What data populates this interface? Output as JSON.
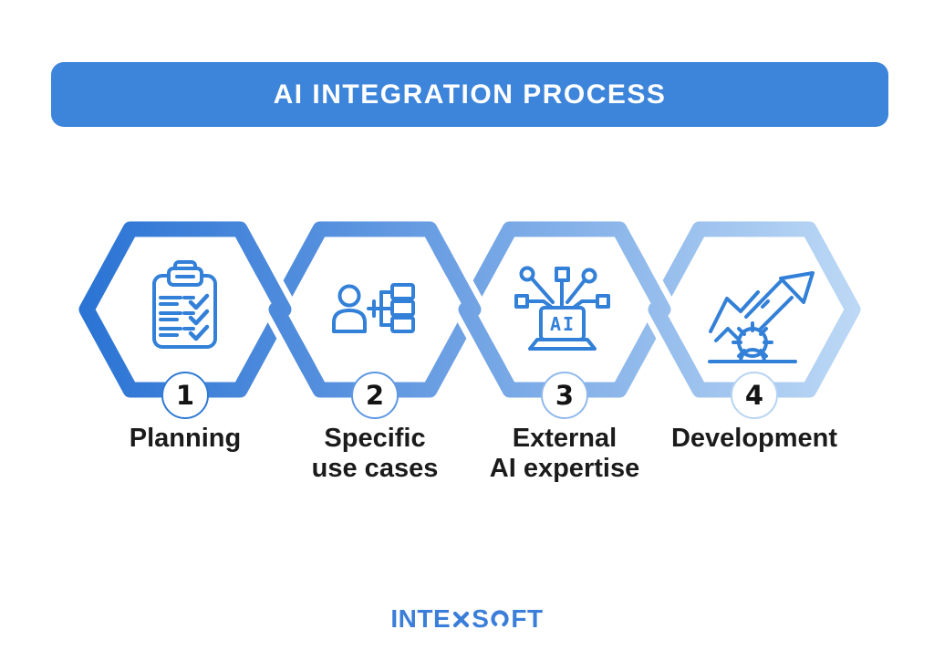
{
  "header": {
    "title": "AI INTEGRATION PROCESS",
    "banner_color": "#3d85db",
    "text_color": "#ffffff"
  },
  "process": {
    "steps": [
      {
        "number": "1",
        "label": "Planning",
        "icon": "clipboard-checklist-icon",
        "accent": "#2f7ad4"
      },
      {
        "number": "2",
        "label": "Specific\nuse cases",
        "icon": "user-hierarchy-icon",
        "accent": "#5e97e2"
      },
      {
        "number": "3",
        "label": "External\nAI expertise",
        "icon": "ai-laptop-network-icon",
        "accent": "#8fb8ec",
        "screen_text": "AI"
      },
      {
        "number": "4",
        "label": "Development",
        "icon": "growth-gear-icon",
        "accent": "#b7d4f3"
      }
    ],
    "chain_gradient": {
      "start": "#2b74d4",
      "end": "#bcd8f5"
    },
    "icon_stroke_color": "#3380d8",
    "label_color": "#1b1b1b"
  },
  "footer": {
    "logo_text": "INTEXSOFT",
    "logo_parts": {
      "p1": "INTE",
      "p2": "S",
      "p3": "FT"
    },
    "logo_color": "#3b7ed9"
  }
}
